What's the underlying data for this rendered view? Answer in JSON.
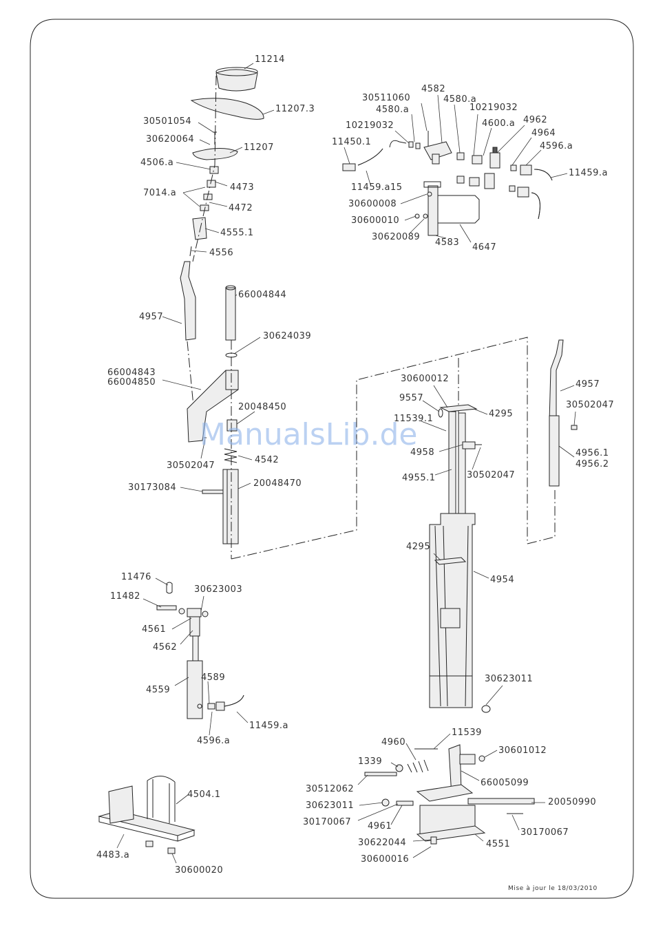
{
  "labels": {
    "l11214": "11214",
    "l11207_3": "11207.3",
    "l30501054": "30501054",
    "l30620064": "30620064",
    "l11207": "11207",
    "l4506a": "4506.a",
    "l4473": "4473",
    "l7014a": "7014.a",
    "l4472": "4472",
    "l4555_1": "4555.1",
    "l4556": "4556",
    "l4957a": "4957",
    "l66004844": "66004844",
    "l30624039": "30624039",
    "l66004843": "66004843",
    "l66004850": "66004850",
    "l20048450": "20048450",
    "l30502047a": "30502047",
    "l4542": "4542",
    "l30173084": "30173084",
    "l20048470": "20048470",
    "l30511060": "30511060",
    "l4582": "4582",
    "l4580a1": "4580.a",
    "l4580a2": "4580.a",
    "l10219032a": "10219032",
    "l10219032b": "10219032",
    "l4600a": "4600.a",
    "l4962": "4962",
    "l4964": "4964",
    "l4596a1": "4596.a",
    "l11450_1": "11450.1",
    "l11459a1": "11459.a",
    "l11459a15": "11459.a15",
    "l30600008": "30600008",
    "l30600010": "30600010",
    "l30620089": "30620089",
    "l4583": "4583",
    "l4647": "4647",
    "l30600012": "30600012",
    "l9557": "9557",
    "l11539_1": "11539.1",
    "l4295a": "4295",
    "l4958": "4958",
    "l30502047b": "30502047",
    "l4955_1": "4955.1",
    "l4295b": "4295",
    "l4954": "4954",
    "l30623011a": "30623011",
    "l4957b": "4957",
    "l30502047c": "30502047",
    "l4956_1": "4956.1",
    "l4956_2": "4956.2",
    "l11476": "11476",
    "l30623003": "30623003",
    "l11482": "11482",
    "l4561": "4561",
    "l4562": "4562",
    "l4559": "4559",
    "l4589": "4589",
    "l11459a2": "11459.a",
    "l4596a2": "4596.a",
    "l4504_1": "4504.1",
    "l4483a": "4483.a",
    "l30600020": "30600020",
    "l11539": "11539",
    "l4960": "4960",
    "l30601012": "30601012",
    "l1339": "1339",
    "l30512062": "30512062",
    "l66005099": "66005099",
    "l30623011b": "30623011",
    "l20050990": "20050990",
    "l30170067a": "30170067",
    "l4961": "4961",
    "l30170067b": "30170067",
    "l30622044": "30622044",
    "l4551": "4551",
    "l30600016": "30600016"
  },
  "footer": {
    "update_note": "Mise à jour le 18/03/2010"
  },
  "watermark": "ManualsLib.de"
}
